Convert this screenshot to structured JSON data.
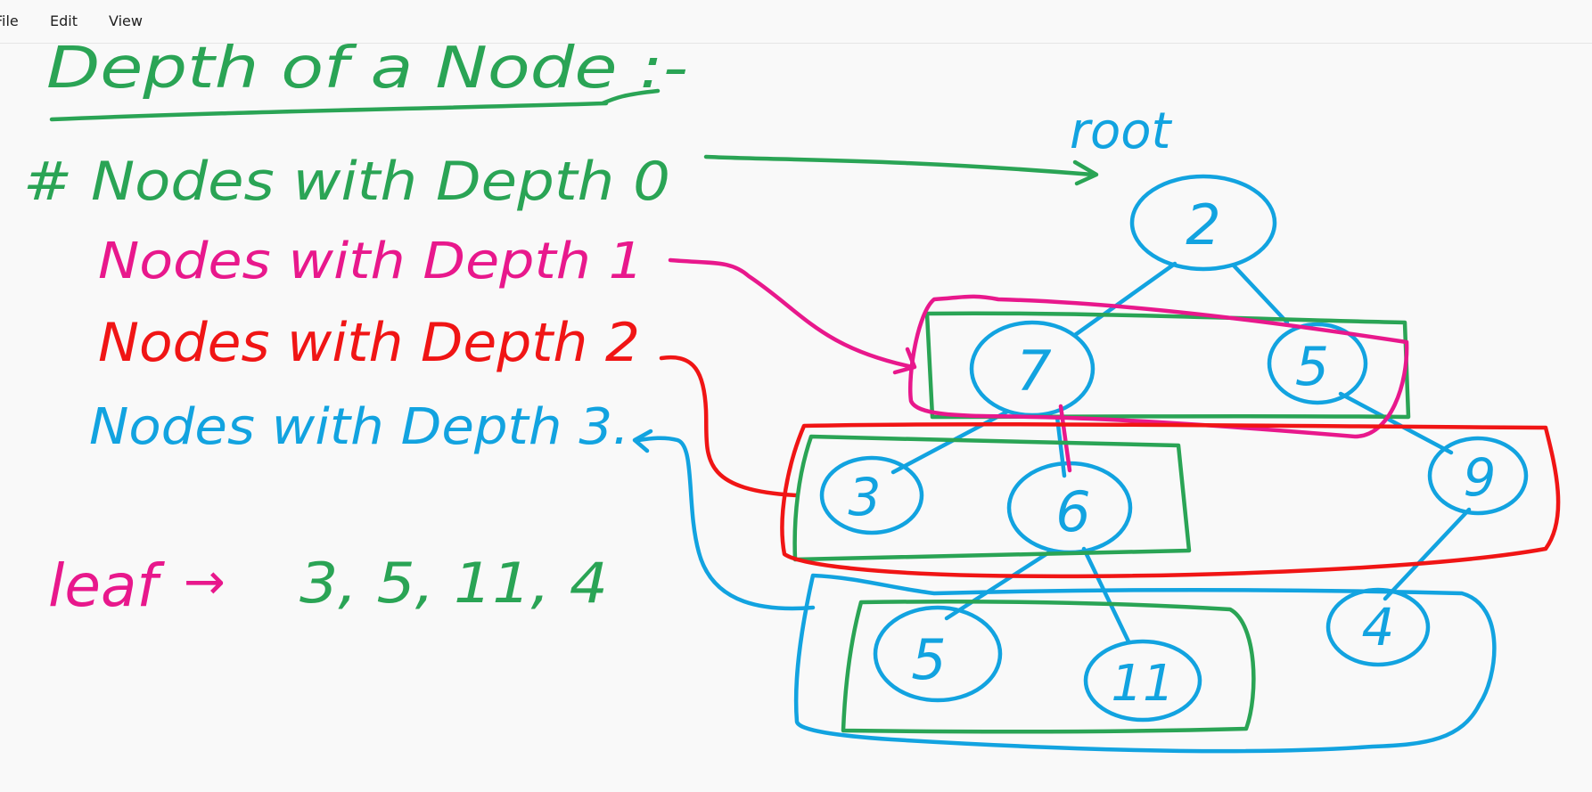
{
  "menu": {
    "file": "File",
    "edit": "Edit",
    "view": "View"
  },
  "colors": {
    "green": "#2aa455",
    "magenta": "#e8188c",
    "red": "#f01515",
    "blue": "#12a3e0",
    "background": "#f9f9f9"
  },
  "notes": {
    "title": "Depth of a Node :-",
    "depth0": "# Nodes with Depth 0",
    "depth1": "Nodes with Depth 1",
    "depth2": "Nodes with Depth 2",
    "depth3": "Nodes with Depth 3.",
    "leaf_label": "leaf",
    "leaf_arrow": "→",
    "leaf_values": "3, 5, 11, 4",
    "root_label": "root"
  },
  "tree": {
    "nodes": [
      {
        "id": "n2",
        "value": "2",
        "depth": 0
      },
      {
        "id": "n7",
        "value": "7",
        "depth": 1
      },
      {
        "id": "n5a",
        "value": "5",
        "depth": 1
      },
      {
        "id": "n3",
        "value": "3",
        "depth": 2
      },
      {
        "id": "n6",
        "value": "6",
        "depth": 2
      },
      {
        "id": "n9",
        "value": "9",
        "depth": 2
      },
      {
        "id": "n5b",
        "value": "5",
        "depth": 3
      },
      {
        "id": "n11",
        "value": "11",
        "depth": 3
      },
      {
        "id": "n4",
        "value": "4",
        "depth": 3
      }
    ],
    "edges": [
      [
        "n2",
        "n7"
      ],
      [
        "n2",
        "n5a"
      ],
      [
        "n7",
        "n3"
      ],
      [
        "n7",
        "n6"
      ],
      [
        "n5a",
        "n9"
      ],
      [
        "n6",
        "n5b"
      ],
      [
        "n6",
        "n11"
      ],
      [
        "n9",
        "n4"
      ]
    ]
  }
}
